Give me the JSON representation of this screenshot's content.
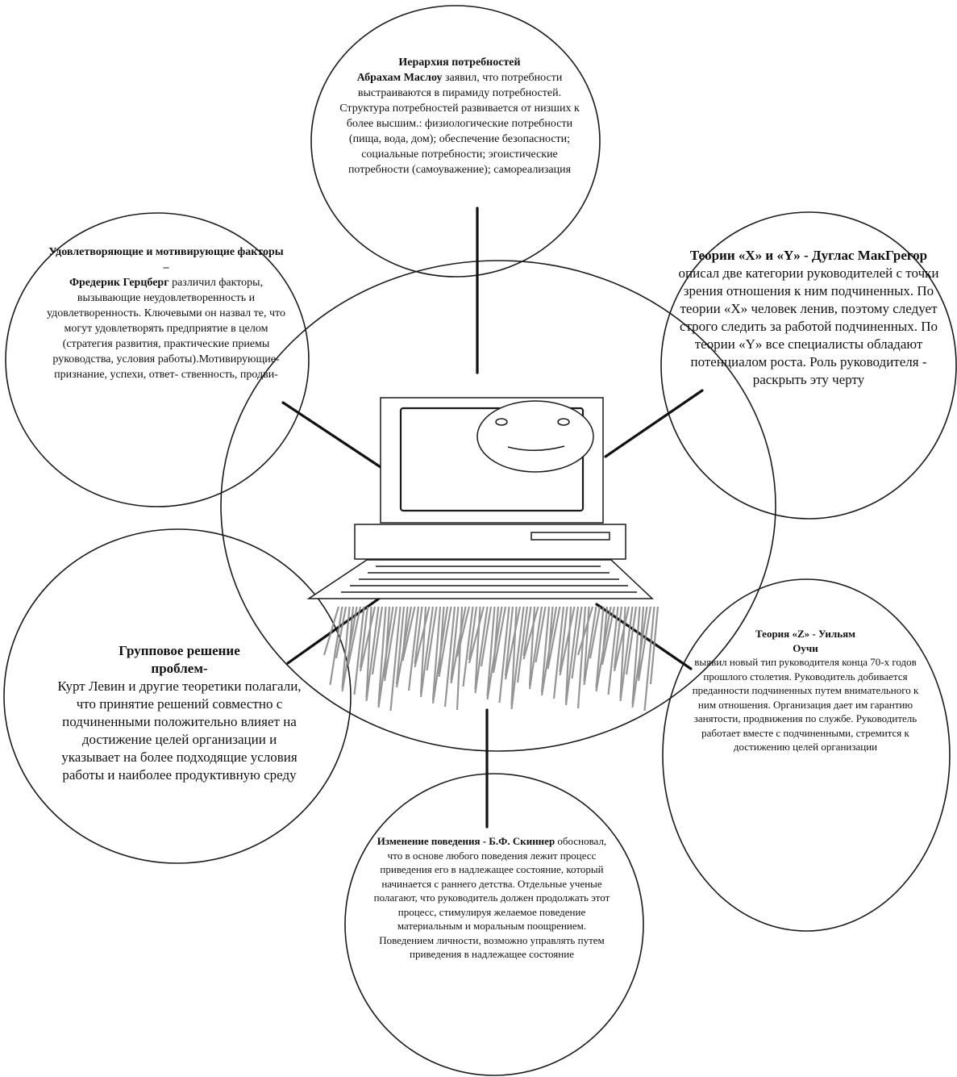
{
  "maslow": {
    "heading": "Иерархия  потребностей",
    "name": "Абрахам Маслоу",
    "text": " заявил, что потребности выстраиваются в пирамиду потребностей. Структура потребностей развивается от низших к более высшим.: физиологические потребности (пища, вода, дом); обеспечение безопасности; социальные потребности; эгоистические потребности (самоуважение); самореализация"
  },
  "herzberg": {
    "heading": "Удовлетворяющие и мотивирующие факторы –",
    "name": "Фредерик Герцберг",
    "text": " различил факторы, вызывающие неудовлетворенность и удовлетворенность. Ключевыми он назвал те, что могут удовлетворять предприятие в целом (стратегия развития, практические приемы руководства, условия работы).Мотивирующие- признание, успехи, ответ- ственность, продви-"
  },
  "mcgregor": {
    "heading": "Теории «Х» и «Y» - Дуглас МакГрегор",
    "text": " описал две категории руководителей с точки зрения отношения к ним подчиненных. По теории «Х» человек ленив, поэтому следует строго следить за работой подчиненных. По теории «Y» все специалисты обладают потенциалом роста. Роль руководителя -  раскрыть эту черту"
  },
  "lewin": {
    "heading": "Групповое решение проблем-",
    "text": "Курт Левин и другие теоретики полагали, что принятие решений совместно с подчиненными  положительно влияет на достижение целей организации и указывает на более подходящие условия работы и наиболее продуктивную среду"
  },
  "ouchi": {
    "heading": "Теория   «Z» - Уильям Оучи",
    "text": "выявил новый тип руководителя конца 70-х годов прошлого столетия. Руководитель добивается преданности подчиненных путем внимательного к ним отношения. Организация дает им гарантию занятости, продвижения по службе. Руководитель работает вместе с подчиненными, стремится к достижению целей организации"
  },
  "skinner": {
    "heading": "Изменение поведения - Б.Ф. Скиннер",
    "text": " обосновал, что в основе любого поведения лежит процесс приведения его в надлежащее состояние, который начинается с раннего детства. Отдельные ученые полагают, что руководитель должен продолжать этот процесс, стимулируя желаемое поведение материальным и моральным поощрением. Поведением личности, возможно управлять путем приведения в надлежащее состояние"
  }
}
